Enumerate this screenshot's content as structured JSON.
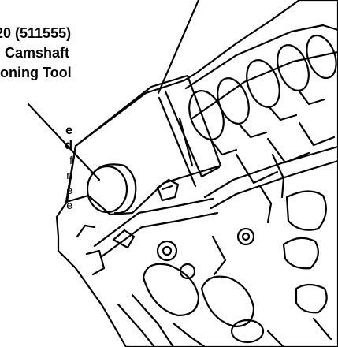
{
  "callout": {
    "line1": "20 (511555)",
    "line2": "Camshaft",
    "line3": "oning Tool"
  },
  "side_note": {
    "bold_lines": [
      "e",
      "d"
    ],
    "plain_lines": [
      "f",
      "n",
      "e",
      "e"
    ]
  },
  "colors": {
    "ink": "#000000",
    "paper": "#ffffff"
  }
}
